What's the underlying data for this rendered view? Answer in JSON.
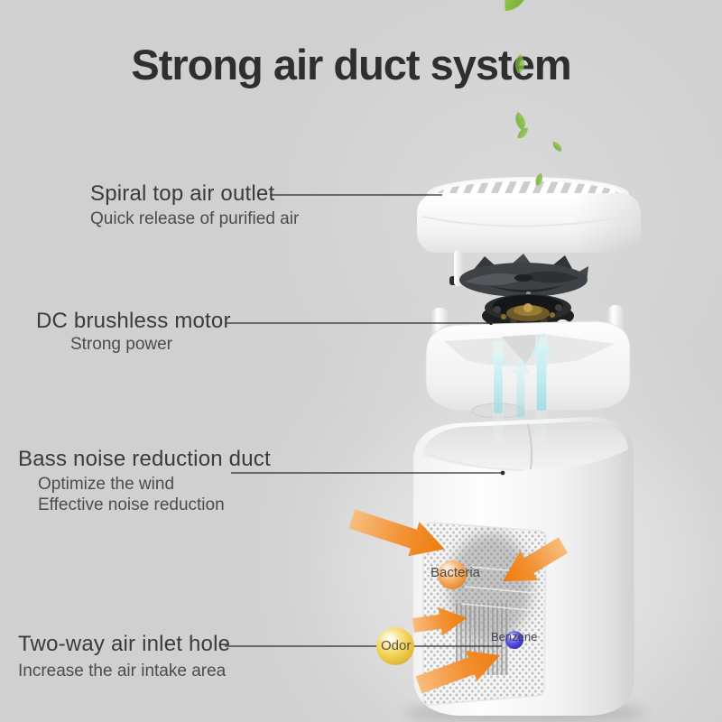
{
  "title": "Strong air duct system",
  "callouts": [
    {
      "label": "Spiral top air outlet",
      "sub1": "Quick release of purified air"
    },
    {
      "label": "DC brushless motor",
      "sub1": "Strong power"
    },
    {
      "label": "Bass noise reduction duct",
      "sub1": "Optimize the wind",
      "sub2": "Effective noise reduction"
    },
    {
      "label": "Two-way air inlet hole",
      "sub1": "Increase the air intake area"
    }
  ],
  "pollutants": {
    "bacteria": {
      "label": "Bacteria",
      "color": "#ef9a45"
    },
    "odor": {
      "label": "Odor",
      "color": "#edc93f"
    },
    "benzene": {
      "label": "Benzene",
      "color": "#4a40d4"
    }
  },
  "colors": {
    "background": "#d0d0d0",
    "title_text": "#2f2f2f",
    "label_text": "#3b3b3b",
    "arrow_orange": "#ee7c0e",
    "airflow_cyan": "#9fdde4",
    "leaf_green": "#7cb93e",
    "device_white": "#f6f6f6"
  }
}
